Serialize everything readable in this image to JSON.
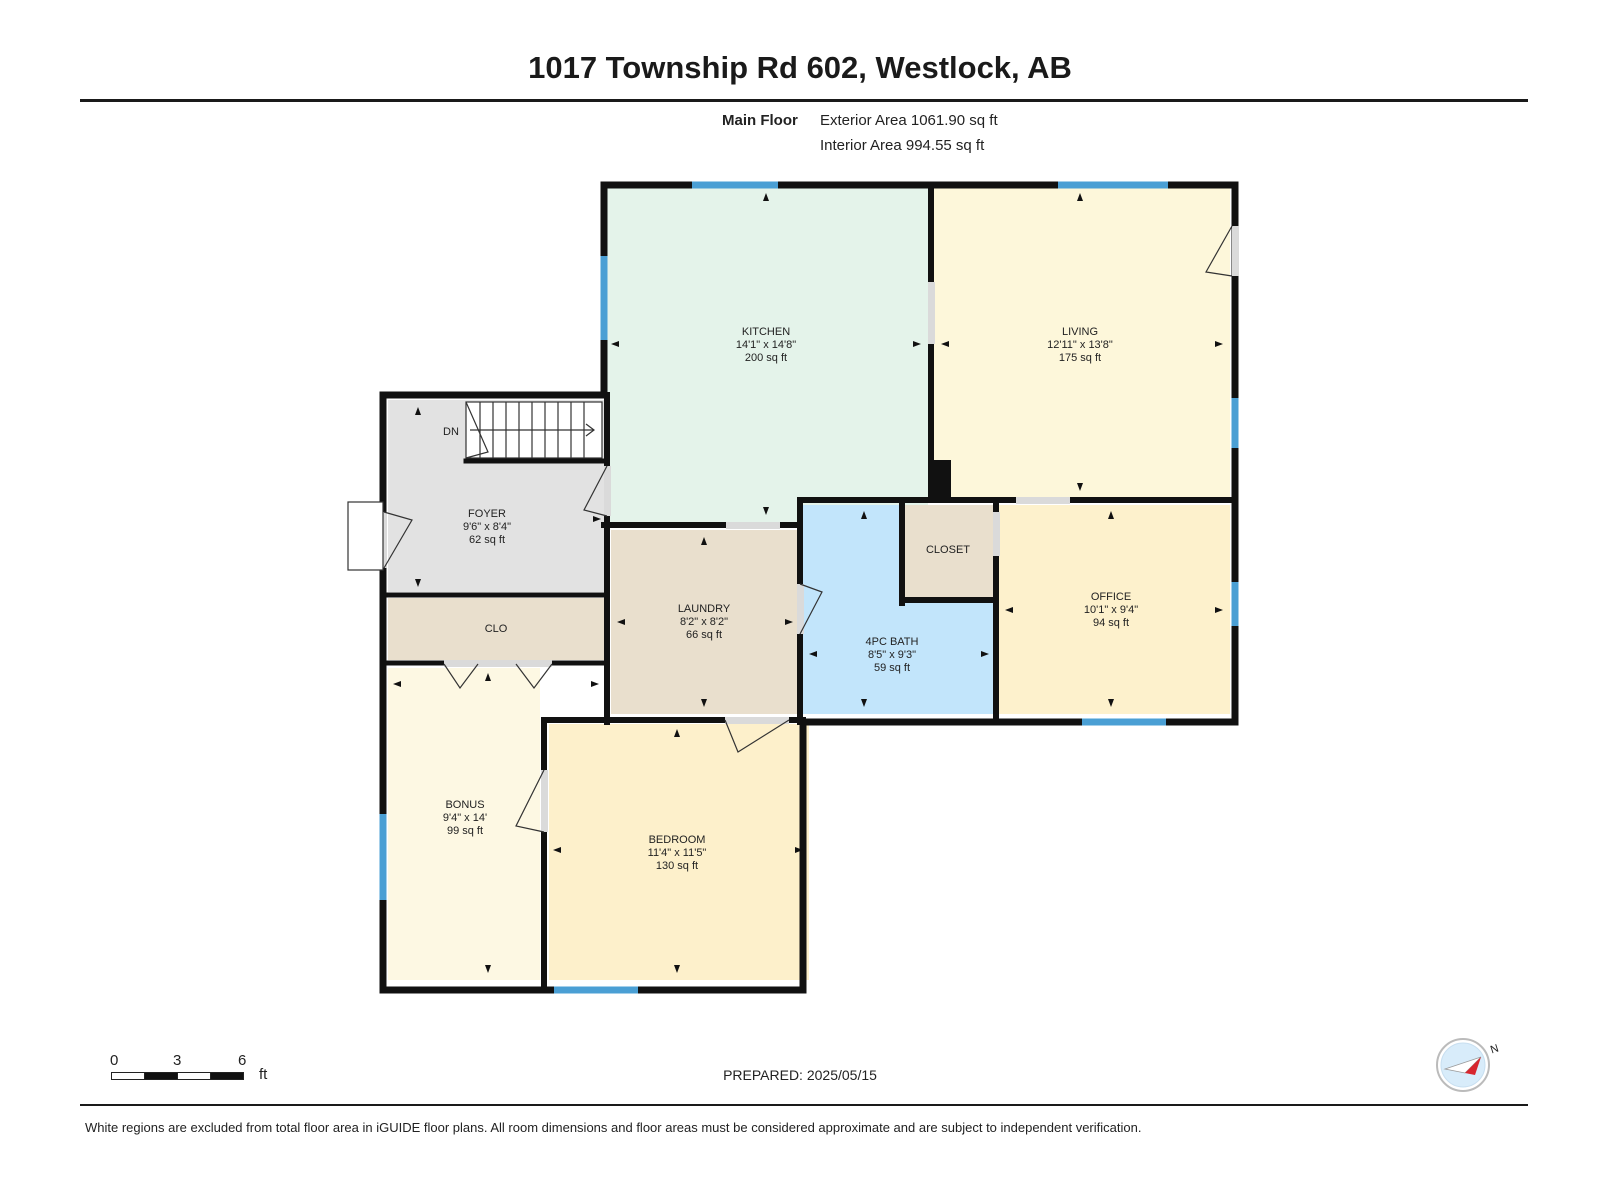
{
  "title": "1017 Township Rd 602, Westlock, AB",
  "area": {
    "floor_label": "Main Floor",
    "exterior": "Exterior Area 1061.90 sq ft",
    "interior": "Interior Area 994.55 sq ft"
  },
  "rooms": {
    "kitchen": {
      "name": "KITCHEN",
      "dims": "14'1\" x 14'8\"",
      "area": "200 sq ft"
    },
    "living": {
      "name": "LIVING",
      "dims": "12'11\" x 13'8\"",
      "area": "175 sq ft"
    },
    "foyer": {
      "name": "FOYER",
      "dims": "9'6\" x 8'4\"",
      "area": "62 sq ft"
    },
    "clo": {
      "name": "CLO"
    },
    "laundry": {
      "name": "LAUNDRY",
      "dims": "8'2\" x 8'2\"",
      "area": "66 sq ft"
    },
    "bath": {
      "name": "4PC BATH",
      "dims": "8'5\" x 9'3\"",
      "area": "59 sq ft"
    },
    "closet": {
      "name": "CLOSET"
    },
    "office": {
      "name": "OFFICE",
      "dims": "10'1\" x 9'4\"",
      "area": "94 sq ft"
    },
    "bonus": {
      "name": "BONUS",
      "dims": "9'4\" x 14'",
      "area": "99 sq ft"
    },
    "bedroom": {
      "name": "BEDROOM",
      "dims": "11'4\" x 11'5\"",
      "area": "130 sq ft"
    }
  },
  "stairs_label": "DN",
  "scale": {
    "ticks": [
      "0",
      "3",
      "6"
    ],
    "unit": "ft"
  },
  "compass_label": "N",
  "prepared": "PREPARED: 2025/05/15",
  "footer": "White regions are excluded from total floor area in iGUIDE floor plans. All room dimensions and floor areas must be considered approximate and are subject to independent verification.",
  "colors": {
    "kitchen": "#e4f3ea",
    "living": "#fdf7da",
    "foyer": "#e2e2e2",
    "clo": "#e9dfcd",
    "laundry": "#e9dfcd",
    "bath": "#c2e5fb",
    "closet": "#e9dfcd",
    "office": "#fdf1cc",
    "bonus": "#fdf8e3",
    "bedroom": "#fdf0cb",
    "wall": "#111111",
    "window": "#4a9fd4"
  }
}
